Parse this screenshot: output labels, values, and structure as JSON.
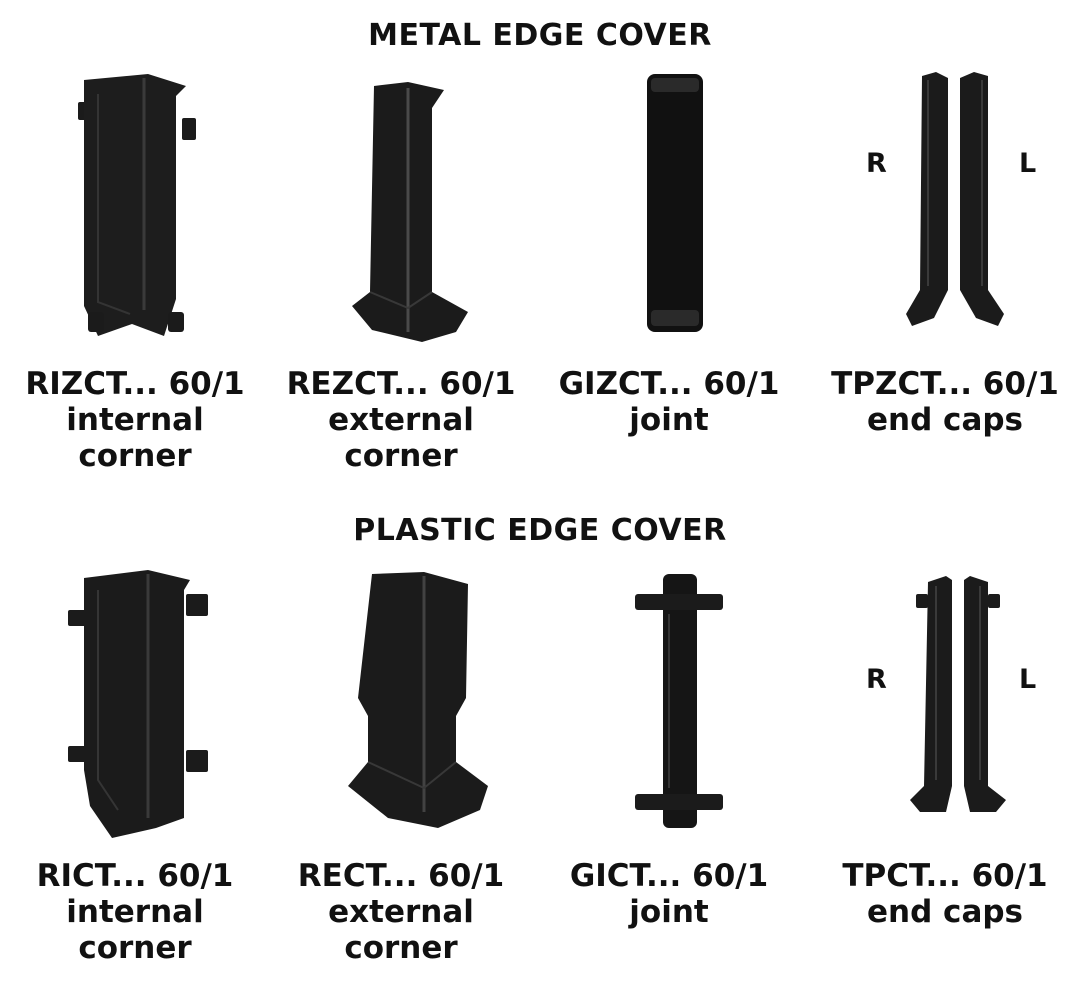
{
  "sections": [
    {
      "title": "METAL EDGE COVER",
      "items": [
        {
          "code": "RIZCT... 60/1",
          "desc": [
            "internal",
            "corner"
          ],
          "icon": "metal-internal-corner"
        },
        {
          "code": "REZCT... 60/1",
          "desc": [
            "external",
            "corner"
          ],
          "icon": "metal-external-corner"
        },
        {
          "code": "GIZCT... 60/1",
          "desc": [
            "joint"
          ],
          "icon": "metal-joint"
        },
        {
          "code": "TPZCT... 60/1",
          "desc": [
            "end caps"
          ],
          "icon": "metal-end-caps",
          "left_mark": "R",
          "right_mark": "L"
        }
      ]
    },
    {
      "title": "PLASTIC EDGE COVER",
      "items": [
        {
          "code": "RICT... 60/1",
          "desc": [
            "internal",
            "corner"
          ],
          "icon": "plastic-internal-corner"
        },
        {
          "code": "RECT... 60/1",
          "desc": [
            "external",
            "corner"
          ],
          "icon": "plastic-external-corner"
        },
        {
          "code": "GICT... 60/1",
          "desc": [
            "joint"
          ],
          "icon": "plastic-joint"
        },
        {
          "code": "TPCT... 60/1",
          "desc": [
            "end caps"
          ],
          "icon": "plastic-end-caps",
          "left_mark": "R",
          "right_mark": "L"
        }
      ]
    }
  ],
  "colors": {
    "part_fill": "#1b1b1b",
    "part_edge": "#3a3a3a",
    "highlight": "#4a4a4a",
    "text": "#111111"
  }
}
